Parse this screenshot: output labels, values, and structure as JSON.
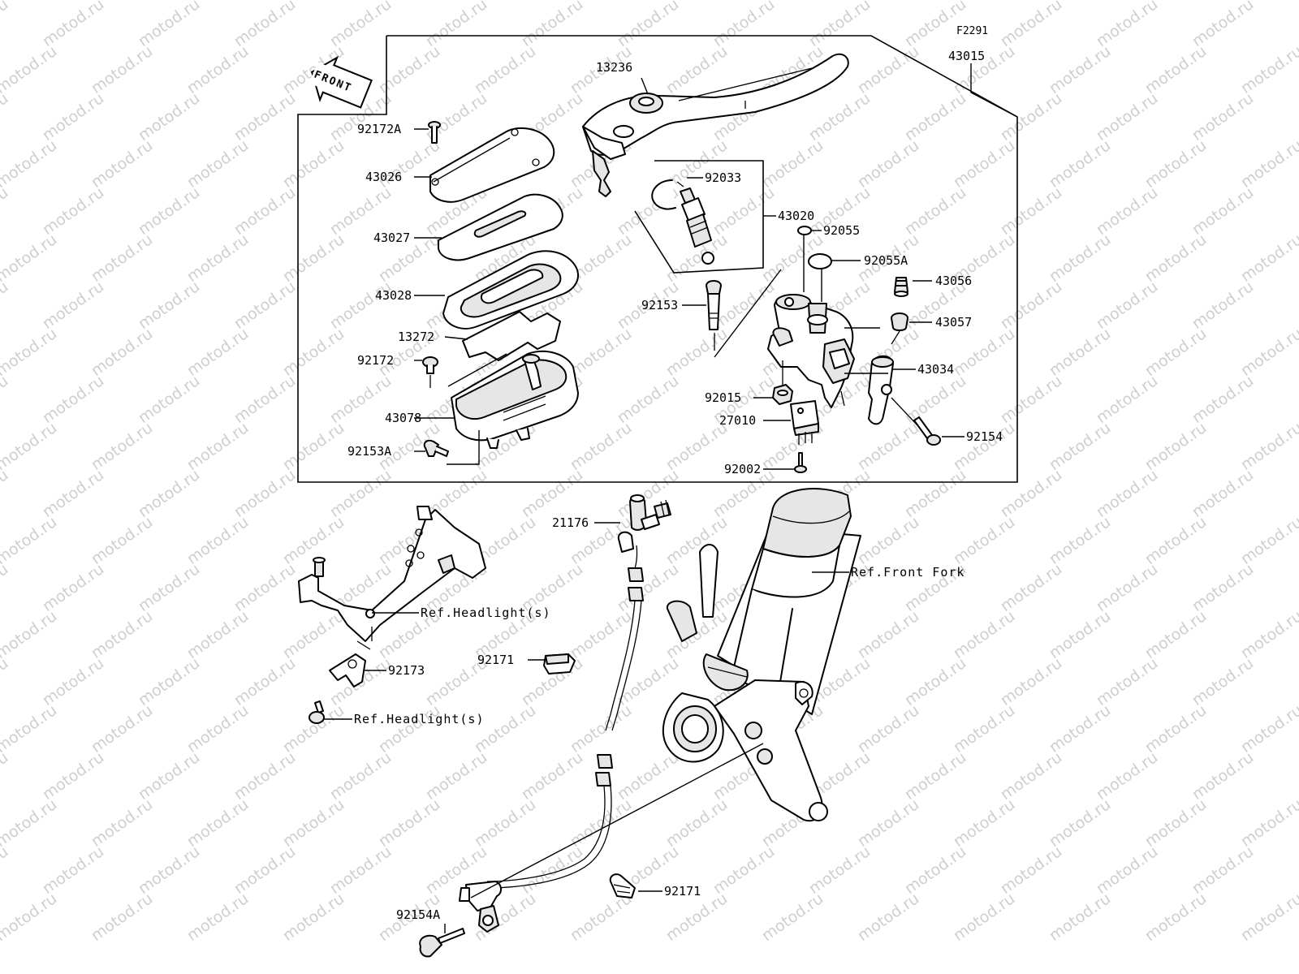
{
  "figure_id": "F2291",
  "front_label": "FRONT",
  "watermark": "motod.ru",
  "labels": {
    "p43015": "43015",
    "p13236": "13236",
    "p92172A": "92172A",
    "p43026": "43026",
    "p92033": "92033",
    "p43020": "43020",
    "p92055": "92055",
    "p43027": "43027",
    "p92055A": "92055A",
    "p43056": "43056",
    "p43028": "43028",
    "p92153": "92153",
    "p43057": "43057",
    "p13272": "13272",
    "p92172": "92172",
    "p43034": "43034",
    "p92015": "92015",
    "p43078": "43078",
    "p27010": "27010",
    "p92154": "92154",
    "p92153A": "92153A",
    "p92002": "92002",
    "p21176": "21176",
    "ref_front_fork": "Ref.Front Fork",
    "ref_headlight_1": "Ref.Headlight(s)",
    "p92171_a": "92171",
    "p92173": "92173",
    "ref_headlight_2": "Ref.Headlight(s)",
    "p92171_b": "92171",
    "p92154A": "92154A"
  }
}
